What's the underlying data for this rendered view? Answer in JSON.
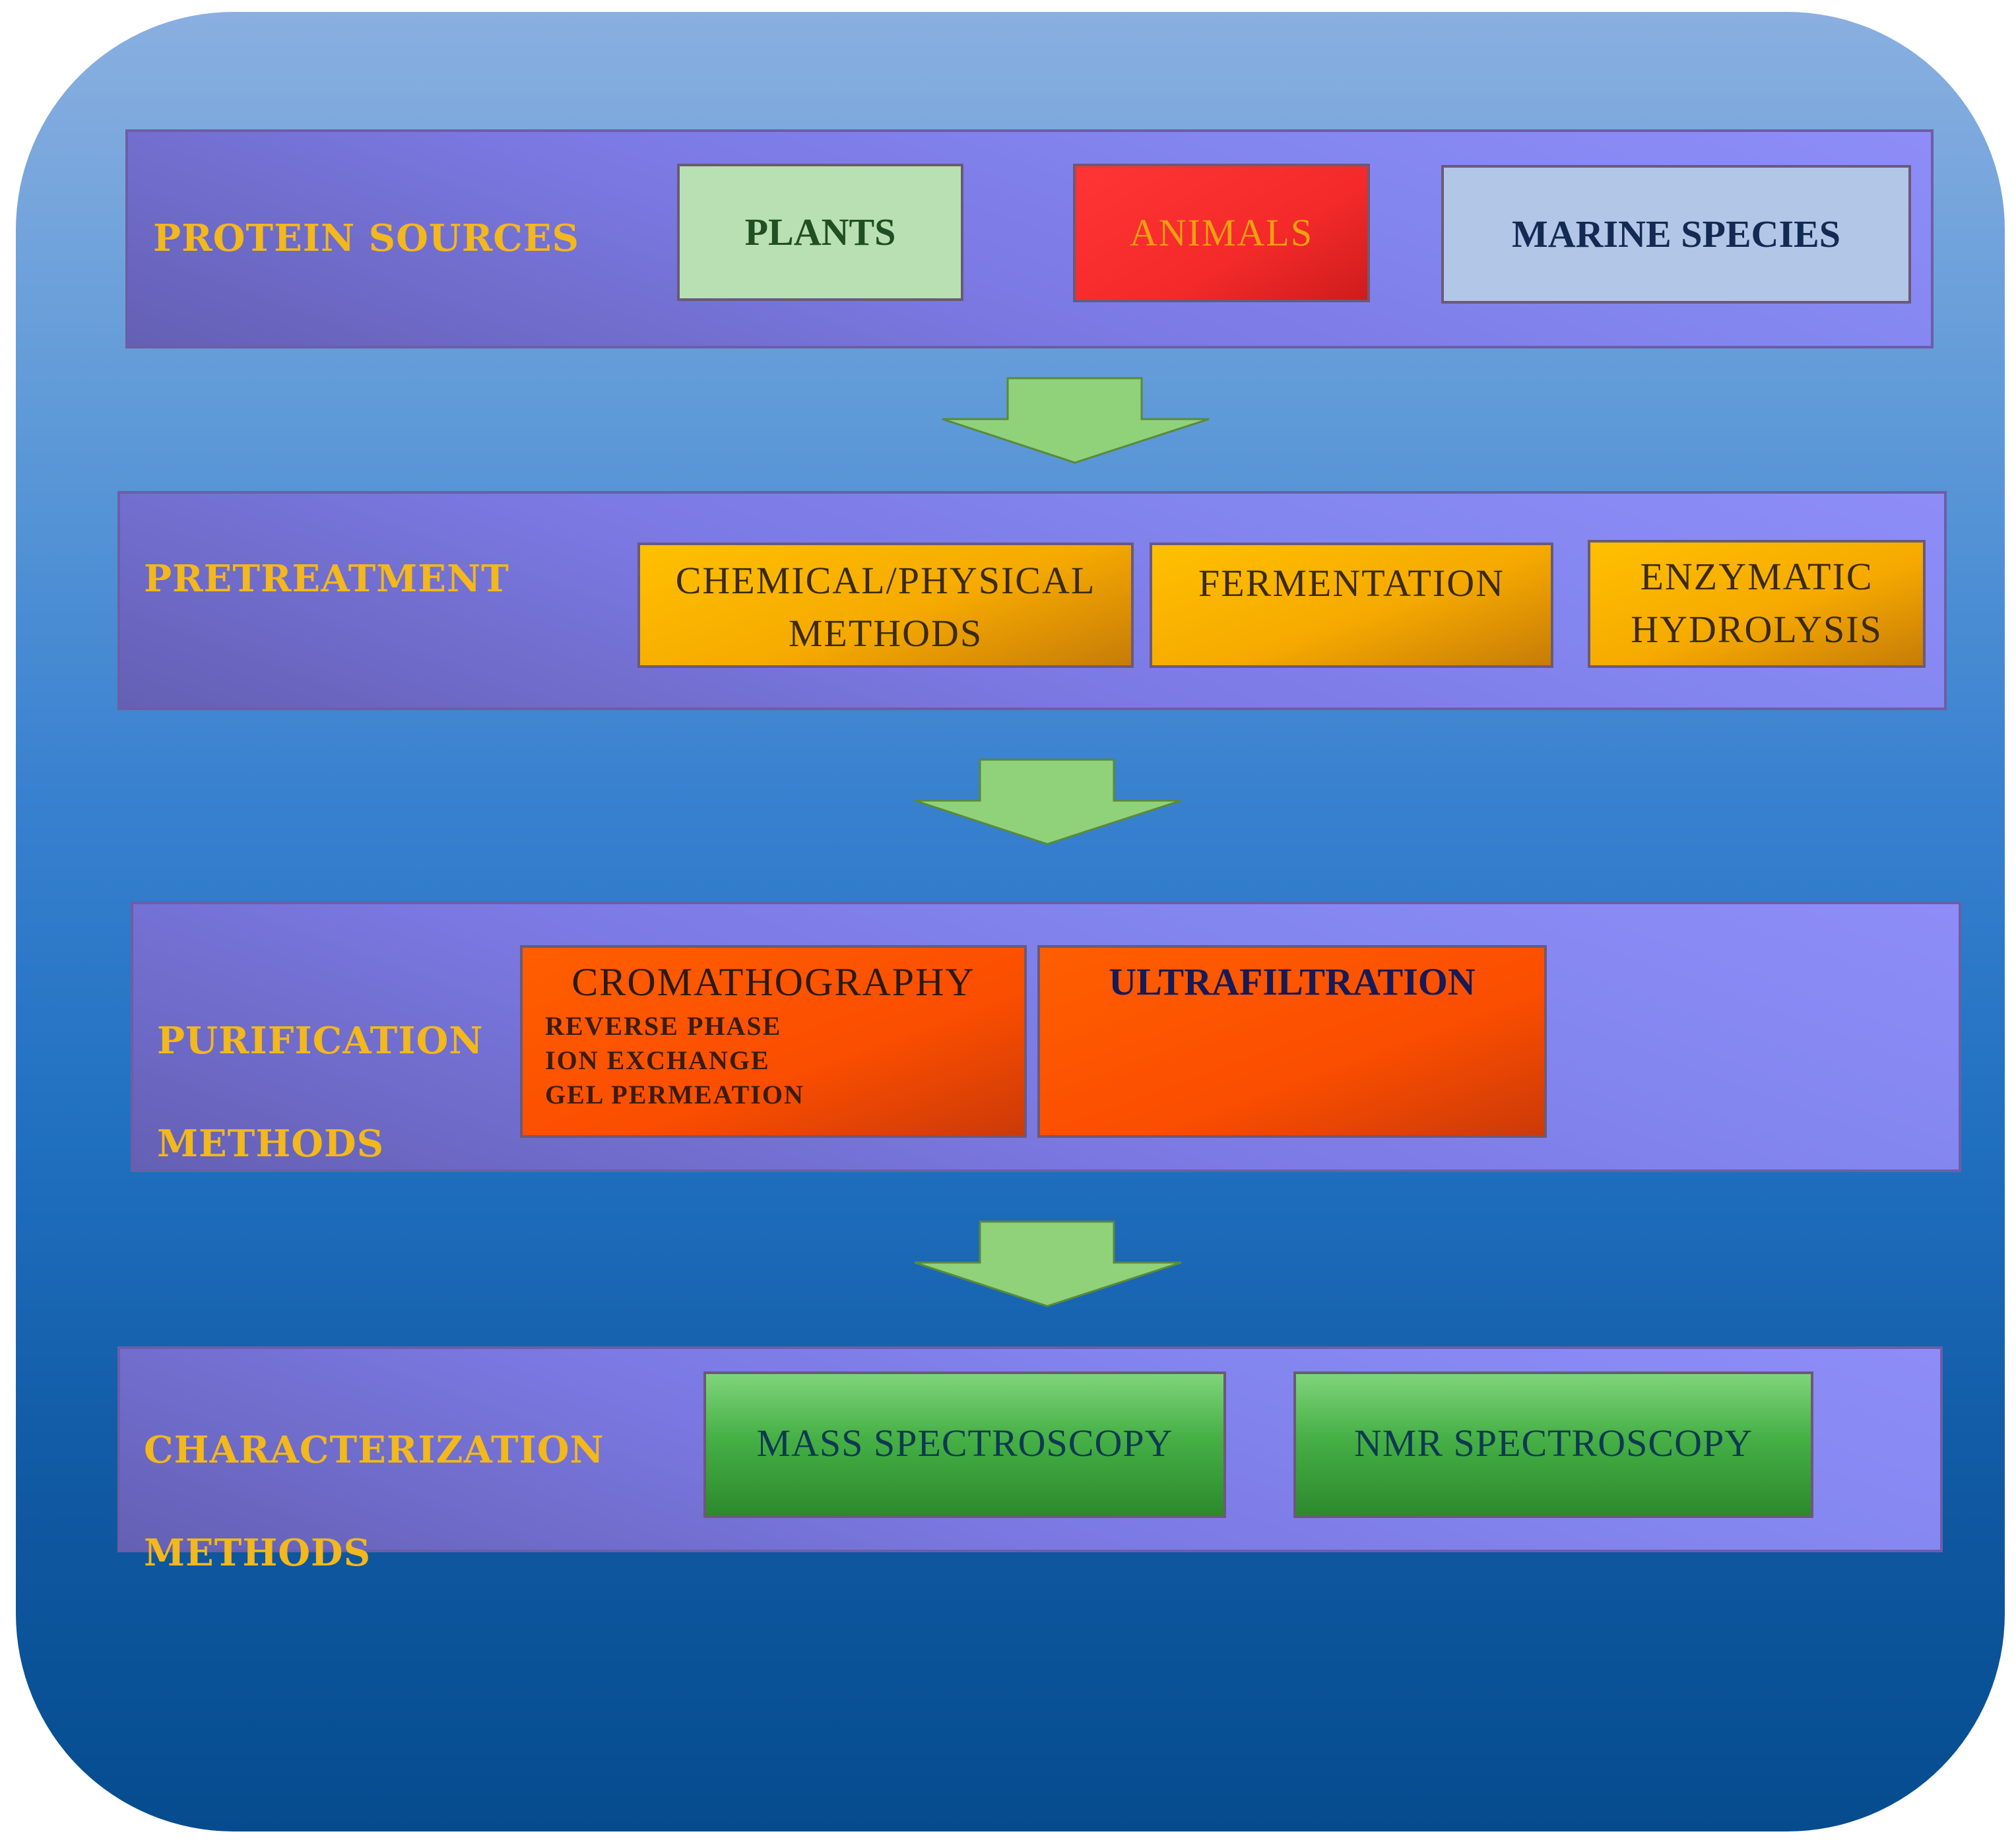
{
  "stages": {
    "sources": {
      "label": "PROTEIN SOURCES",
      "items": [
        "PLANTS",
        "ANIMALS",
        "MARINE SPECIES"
      ]
    },
    "pretreatment": {
      "label": "PRETREATMENT",
      "items": [
        {
          "line1": "CHEMICAL/PHYSICAL",
          "line2": "METHODS"
        },
        {
          "line1": "FERMENTATION",
          "line2": ""
        },
        {
          "line1": "ENZYMATIC",
          "line2": "HYDROLYSIS"
        }
      ]
    },
    "purification": {
      "label_line1": "PURIFICATION",
      "label_line2": "METHODS",
      "chromatography": {
        "title": "CROMATHOGRAPHY",
        "subitems": [
          "REVERSE PHASE",
          "ION EXCHANGE",
          "GEL PERMEATION"
        ]
      },
      "ultrafiltration": "ULTRAFILTRATION"
    },
    "characterization": {
      "label_line1": "CHARACTERIZATION",
      "label_line2": "METHODS",
      "items": [
        "MASS SPECTROSCOPY",
        "NMR SPECTROSCOPY"
      ]
    }
  },
  "colors": {
    "stage_label": "#f2b81c",
    "arrow_fill": "#8fd27a"
  }
}
